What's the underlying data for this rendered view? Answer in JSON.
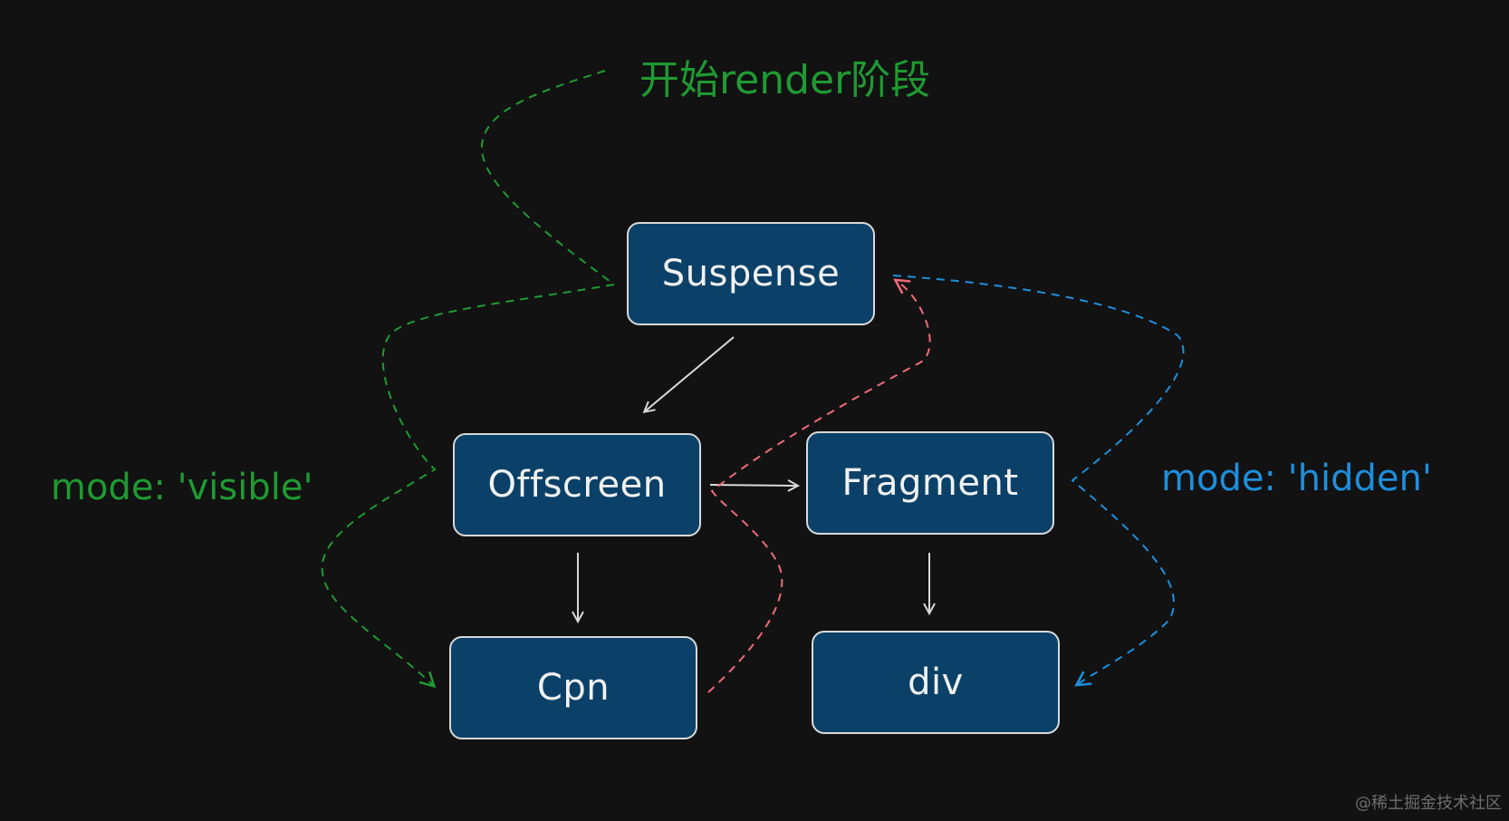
{
  "diagram": {
    "title": "开始render阶段",
    "nodes": {
      "suspense": "Suspense",
      "offscreen": "Offscreen",
      "fragment": "Fragment",
      "cpn": "Cpn",
      "div": "div"
    },
    "mode_visible": "mode: 'visible'",
    "mode_hidden": "mode: 'hidden'",
    "watermark": "@稀土掘金技术社区",
    "colors": {
      "background": "#121212",
      "node_fill": "#0b4168",
      "node_border": "#d9d9d9",
      "green_path": "#1f9a32",
      "blue_path": "#1e8fdc",
      "red_path": "#f06b7a",
      "solid_arrow": "#d9d9d9"
    }
  }
}
